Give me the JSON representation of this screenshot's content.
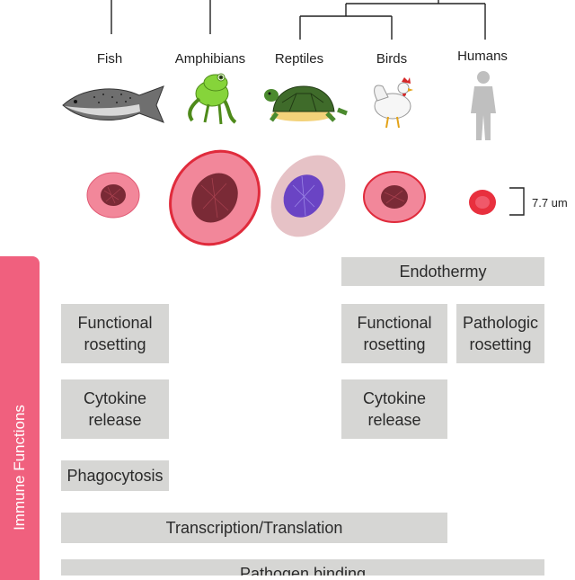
{
  "taxa": [
    "Fish",
    "Amphibians",
    "Reptiles",
    "Birds",
    "Humans"
  ],
  "scale_label": "7.7 um",
  "sidebar_label": "Immune Functions",
  "boxes": {
    "endothermy": "Endothermy",
    "functional_rosetting_left": "Functional\nrosetting",
    "functional_rosetting_right": "Functional\nrosetting",
    "pathologic_rosetting": "Pathologic\nrosetting",
    "cytokine_left": "Cytokine\nrelease",
    "cytokine_right": "Cytokine\nrelease",
    "phagocytosis": "Phagocytosis",
    "transcription": "Transcription/Translation",
    "pathogen": "Pathogen binding"
  },
  "colors": {
    "box": "#d6d6d4",
    "sidebar": "#f0607e",
    "cell_pink": "#f2879a",
    "cell_red": "#e8303e",
    "nucleus": "#7a2a36",
    "reptile_cell": "#e6c2c6",
    "reptile_nucleus": "#6a44c4"
  }
}
